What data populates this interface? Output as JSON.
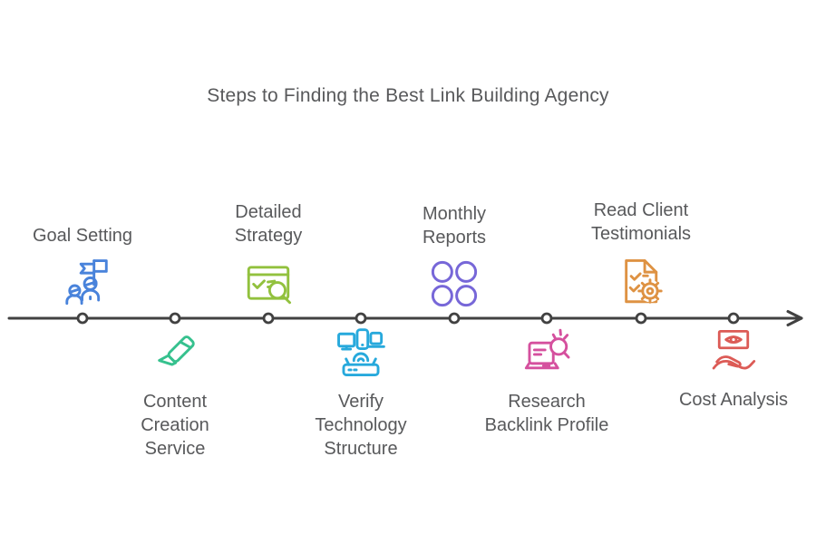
{
  "title": "Steps to Finding the Best Link Building Agency",
  "colors": {
    "background": "#FFFFFF",
    "text": "#58595B",
    "timeline": "#414141",
    "dot_fill": "#FFFFFF"
  },
  "timeline": {
    "dot_count": 8,
    "direction": "left-to-right",
    "arrow": "right"
  },
  "steps": [
    {
      "label": "Goal Setting",
      "side": "above",
      "icon": "team-flag-icon",
      "color": "#4983DB"
    },
    {
      "label": "Content\nCreation\nService",
      "side": "below",
      "icon": "marker-pen-icon",
      "color": "#36C18E"
    },
    {
      "label": "Detailed\nStrategy",
      "side": "above",
      "icon": "browser-check-search-icon",
      "color": "#92C13E"
    },
    {
      "label": "Verify\nTechnology\nStructure",
      "side": "below",
      "icon": "devices-network-icon",
      "color": "#27A9DC"
    },
    {
      "label": "Monthly\nReports",
      "side": "above",
      "icon": "circles-grid-icon",
      "color": "#7767D8"
    },
    {
      "label": "Research\nBacklink Profile",
      "side": "below",
      "icon": "laptop-search-icon",
      "color": "#D5509E"
    },
    {
      "label": "Read Client\nTestimonials",
      "side": "above",
      "icon": "document-gear-icon",
      "color": "#DE9243"
    },
    {
      "label": "Cost Analysis",
      "side": "below",
      "icon": "money-hand-icon",
      "color": "#DC5B56"
    }
  ]
}
